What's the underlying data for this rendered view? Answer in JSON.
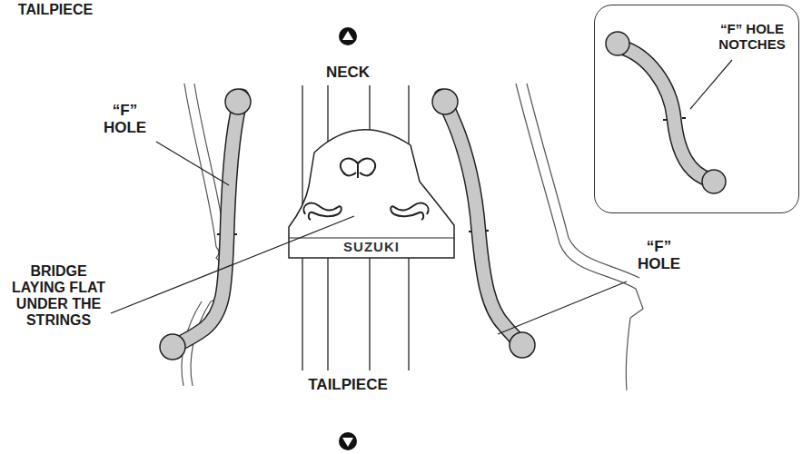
{
  "diagram": {
    "nodes": [
      {
        "text": [
          "“F” HOLE NOTCHES"
        ]
      }
    ],
    "labels": [
      "TAILPIECE",
      "NECK",
      "“F” HOLE",
      "BRIDGE LAYING FLAT UNDER THE STRINGS",
      "“F” HOLE",
      "SUZUKI",
      "TAILPIECE"
    ]
  }
}
